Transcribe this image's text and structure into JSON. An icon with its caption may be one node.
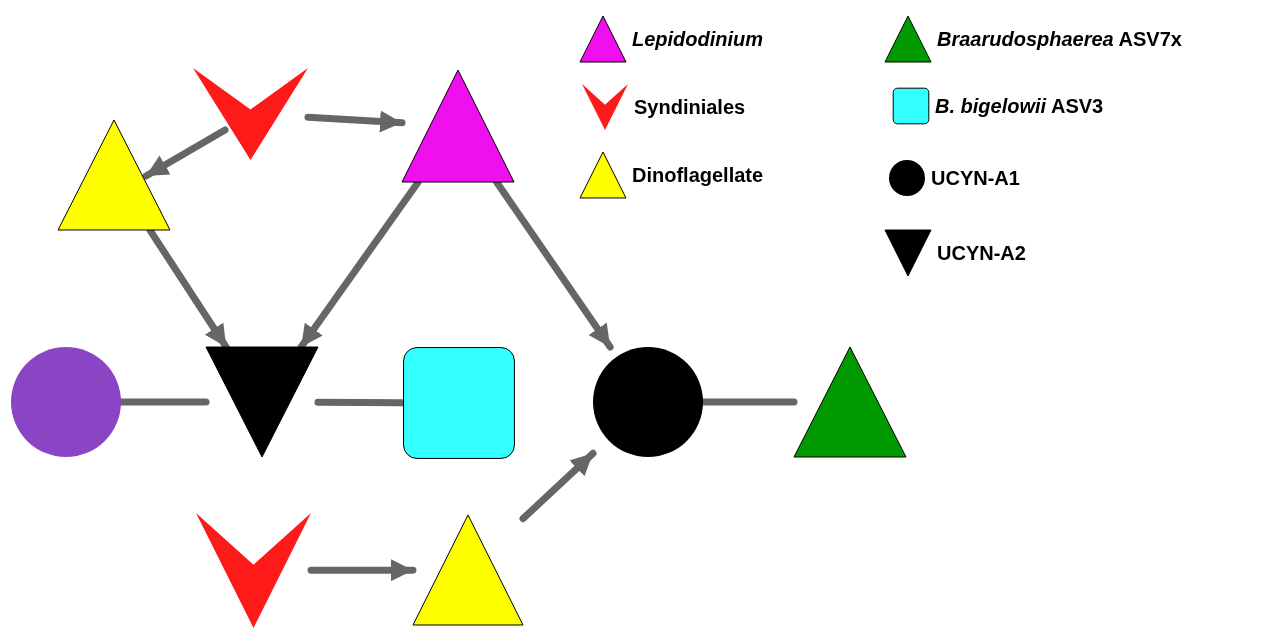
{
  "diagram": {
    "nodes": [
      {
        "text": [],
        "shape": "chevron"
      },
      {
        "text": [],
        "shape": "triangle"
      },
      {
        "text": [],
        "shape": "triangle"
      },
      {
        "text": [],
        "shape": "circle"
      },
      {
        "text": [],
        "shape": "inverted-triangle"
      },
      {
        "text": [],
        "shape": "box"
      },
      {
        "text": [],
        "shape": "circle"
      },
      {
        "text": [],
        "shape": "triangle"
      },
      {
        "text": [],
        "shape": "chevron"
      },
      {
        "text": [],
        "shape": "triangle"
      }
    ],
    "edges": [
      {
        "from": 0,
        "to": 1,
        "arrow": "to"
      },
      {
        "from": 0,
        "to": 2,
        "arrow": "to"
      },
      {
        "from": 1,
        "to": 4,
        "arrow": "to"
      },
      {
        "from": 2,
        "to": 4,
        "arrow": "to"
      },
      {
        "from": 2,
        "to": 6,
        "arrow": "to"
      },
      {
        "from": 3,
        "to": 4,
        "arrow": "none"
      },
      {
        "from": 4,
        "to": 5,
        "arrow": "none"
      },
      {
        "from": 6,
        "to": 7,
        "arrow": "none"
      },
      {
        "from": 8,
        "to": 9,
        "arrow": "to"
      },
      {
        "from": 9,
        "to": 6,
        "arrow": "to"
      }
    ],
    "legend": [
      {
        "text": "*Lepidodinium*"
      },
      {
        "text": "Syndiniales"
      },
      {
        "text": "Dinoflagellate"
      },
      {
        "text": "*Braarudosphaerea* ASV7x"
      },
      {
        "text": "*B. bigelowii* ASV3"
      },
      {
        "text": "UCYN-A1"
      },
      {
        "text": "UCYN-A2"
      }
    ]
  }
}
